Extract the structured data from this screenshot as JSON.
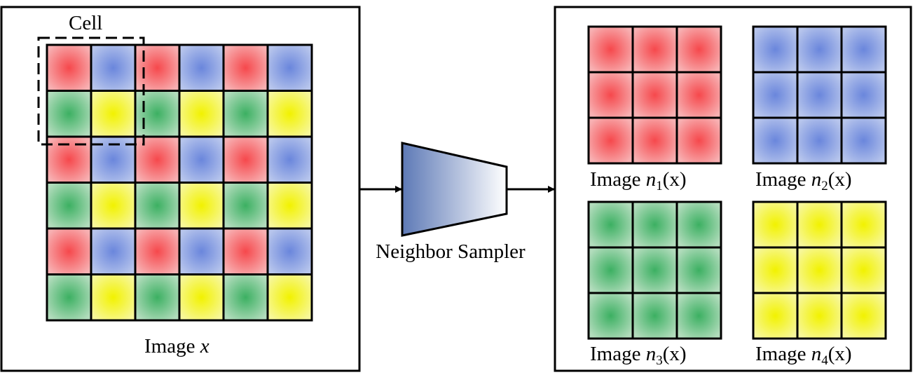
{
  "left_panel": {
    "cell_label": "Cell",
    "caption_prefix": "Image ",
    "caption_var": "x",
    "rows": [
      [
        "red",
        "blue",
        "red",
        "blue",
        "red",
        "blue"
      ],
      [
        "green",
        "yellow",
        "green",
        "yellow",
        "green",
        "yellow"
      ],
      [
        "red",
        "blue",
        "red",
        "blue",
        "red",
        "blue"
      ],
      [
        "green",
        "yellow",
        "green",
        "yellow",
        "green",
        "yellow"
      ],
      [
        "red",
        "blue",
        "red",
        "blue",
        "red",
        "blue"
      ],
      [
        "green",
        "yellow",
        "green",
        "yellow",
        "green",
        "yellow"
      ]
    ]
  },
  "sampler": {
    "label": "Neighbor Sampler"
  },
  "sub_images": [
    {
      "color": "red",
      "caption_prefix": "Image ",
      "fn": "n",
      "sub": "1",
      "arg": "(x)"
    },
    {
      "color": "blue",
      "caption_prefix": "Image ",
      "fn": "n",
      "sub": "2",
      "arg": "(x)"
    },
    {
      "color": "green",
      "caption_prefix": "Image ",
      "fn": "n",
      "sub": "3",
      "arg": "(x)"
    },
    {
      "color": "yellow",
      "caption_prefix": "Image ",
      "fn": "n",
      "sub": "4",
      "arg": "(x)"
    }
  ],
  "colors": {
    "red": {
      "center": "#f6484c",
      "edge": "#f7b0b2"
    },
    "blue": {
      "center": "#6a86dc",
      "edge": "#b7c5ec"
    },
    "green": {
      "center": "#3cb062",
      "edge": "#b2dcbc"
    },
    "yellow": {
      "center": "#f2f200",
      "edge": "#f7f79a"
    },
    "trapezoid_dark": "#5d79b6",
    "trapezoid_light": "#ffffff"
  }
}
